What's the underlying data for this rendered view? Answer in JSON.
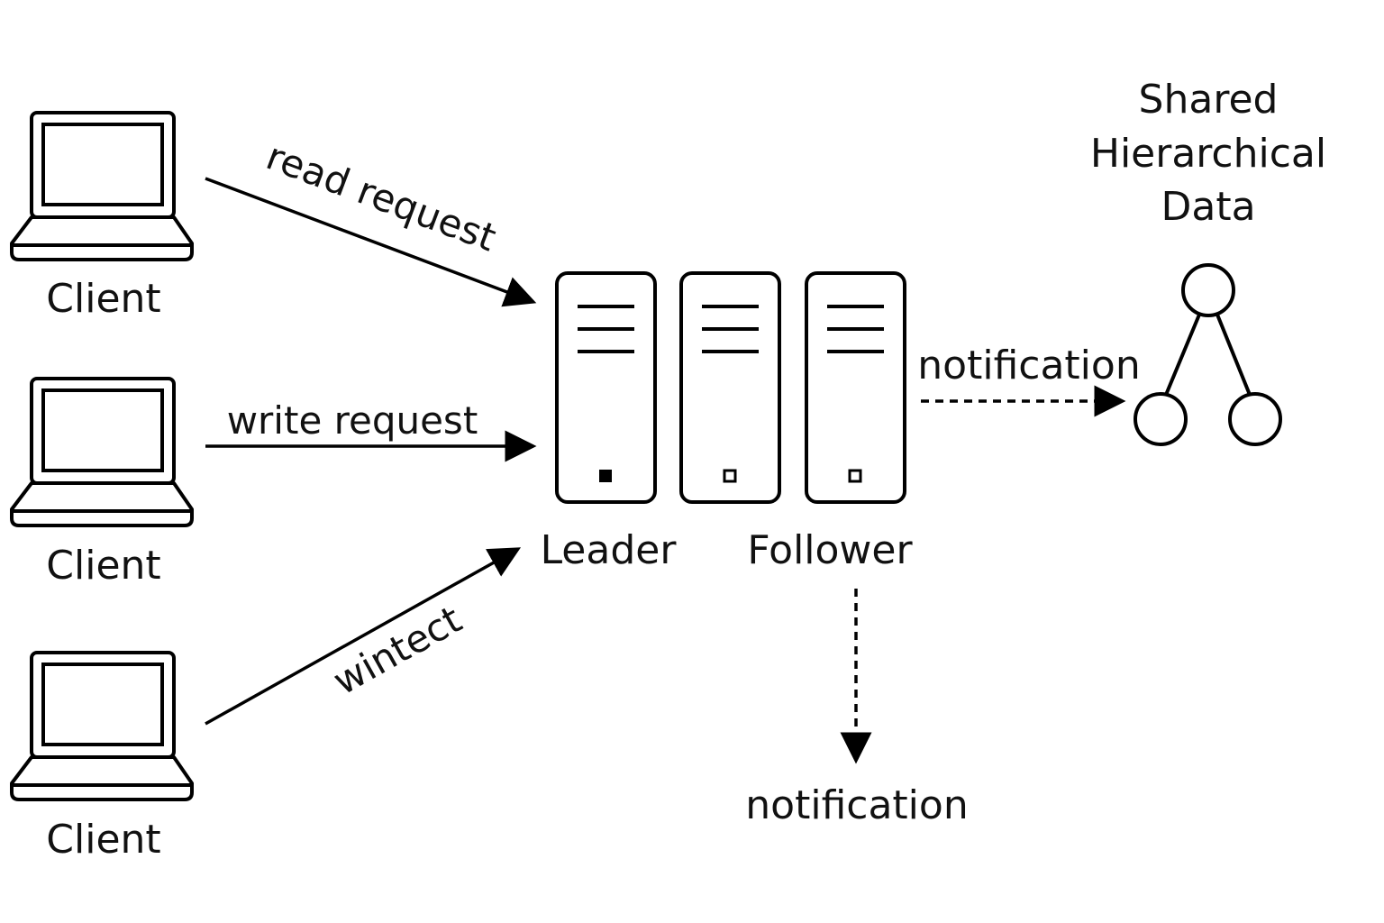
{
  "clients": [
    {
      "label": "Client"
    },
    {
      "label": "Client"
    },
    {
      "label": "Client"
    }
  ],
  "edges": {
    "read": "read request",
    "write": "write request",
    "third": "wintect",
    "notify_right": "notification",
    "notify_down": "notification"
  },
  "servers": {
    "leader_label": "Leader",
    "follower_label": "Follower"
  },
  "shared_data": {
    "title_lines": [
      "Shared",
      "Hierarchical",
      "Data"
    ]
  },
  "icons": {
    "client": "laptop-icon",
    "server": "server-icon",
    "tree": "tree-icon"
  },
  "colors": {
    "ink": "#000000",
    "background": "#ffffff"
  }
}
